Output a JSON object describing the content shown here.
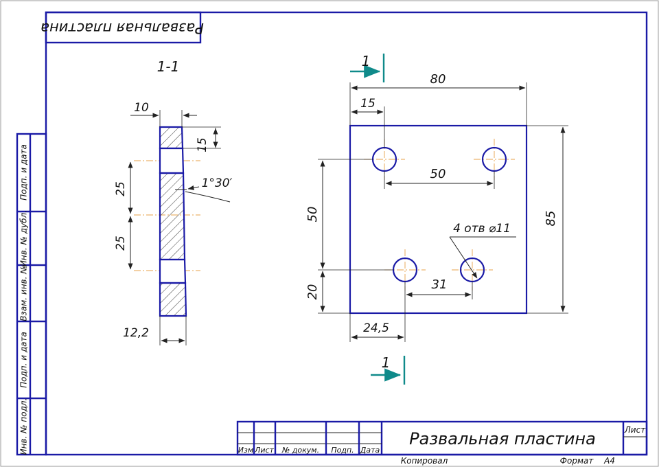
{
  "colors": {
    "frame": "#1a1aa6",
    "dimension_lines": "#222222",
    "section_marker": "#0f8a8a",
    "center_lines": "#e7a24a"
  },
  "top_box": {
    "title_upside_down": "Развальная пластина"
  },
  "section_view": {
    "label": "1-1",
    "dims": {
      "width": "10",
      "top": "15",
      "angle": "1°30′",
      "upper": "25",
      "lower": "25",
      "bottom": "12,2"
    }
  },
  "plan_view": {
    "section_mark": "1",
    "dims": {
      "width": "80",
      "edge_offset": "15",
      "hole_spacing_top": "50",
      "height": "85",
      "left_height": "50",
      "bottom_offset": "20",
      "bottom_left": "24,5",
      "hole_spacing_bottom": "31"
    },
    "hole_note": "4 отв ⌀11"
  },
  "side_stamp": [
    "Инв. № подл.",
    "Подп. и дата",
    "Взам. инв. №",
    "Инв. № дубл.",
    "Подп. и дата"
  ],
  "title_block": {
    "headers": [
      "Изм",
      "Лист",
      "№ докум.",
      "Подп.",
      "Дата"
    ],
    "title": "Развальная пластина",
    "sheet_label": "Лист",
    "copied": "Копировал",
    "format_label": "Формат",
    "format_value": "А4"
  }
}
